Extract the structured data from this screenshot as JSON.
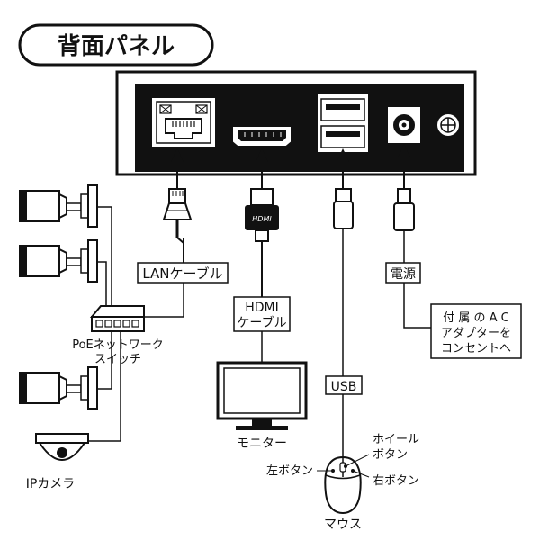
{
  "title": "背面パネル",
  "labels": {
    "lan_cable": "LANケーブル",
    "hdmi_cable_line1": "HDMI",
    "hdmi_cable_line2": "ケーブル",
    "hdmi_plug_text": "HDMI",
    "power": "電源",
    "ac_adapter_line1": "付 属 の A C",
    "ac_adapter_line2": "アダプターを",
    "ac_adapter_line3": "コンセントへ",
    "usb": "USB",
    "poe_switch_line1": "PoEネットワーク",
    "poe_switch_line2": "スイッチ",
    "ip_camera": "IPカメラ",
    "monitor": "モニター",
    "mouse": "マウス",
    "left_button": "左ボタン",
    "right_button": "右ボタン",
    "wheel_button_line1": "ホイール",
    "wheel_button_line2": "ボタン"
  }
}
